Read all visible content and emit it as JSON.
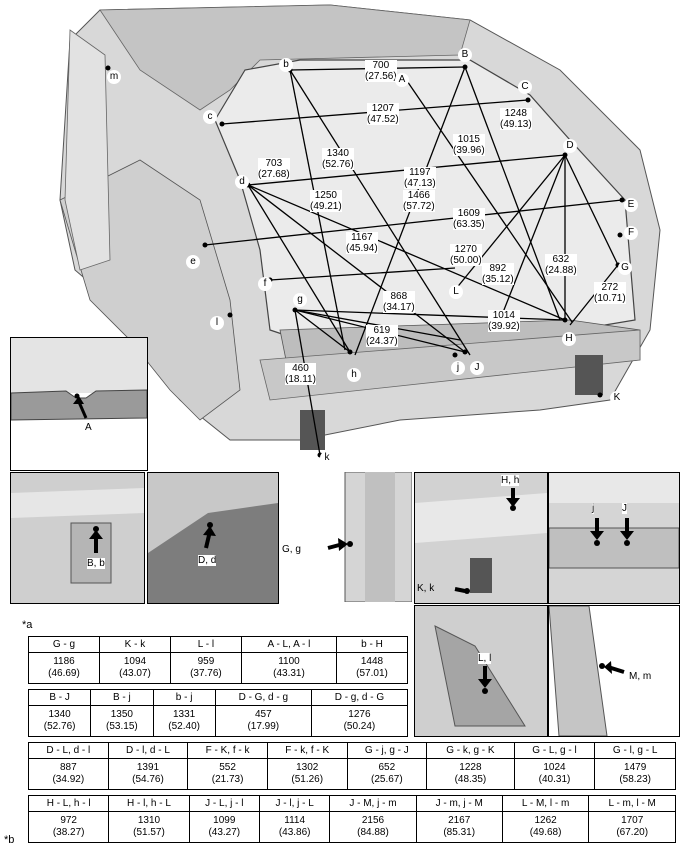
{
  "main_labels": {
    "dims": [
      {
        "v": "700",
        "p": "(27.56)"
      },
      {
        "v": "1207",
        "p": "(47.52)"
      },
      {
        "v": "1248",
        "p": "(49.13)"
      },
      {
        "v": "1015",
        "p": "(39.96)"
      },
      {
        "v": "703",
        "p": "(27.68)"
      },
      {
        "v": "1340",
        "p": "(52.76)"
      },
      {
        "v": "1197",
        "p": "(47.13)"
      },
      {
        "v": "1250",
        "p": "(49.21)"
      },
      {
        "v": "1466",
        "p": "(57.72)"
      },
      {
        "v": "1609",
        "p": "(63.35)"
      },
      {
        "v": "1167",
        "p": "(45.94)"
      },
      {
        "v": "1270",
        "p": "(50.00)"
      },
      {
        "v": "632",
        "p": "(24.88)"
      },
      {
        "v": "892",
        "p": "(35.12)"
      },
      {
        "v": "272",
        "p": "(10.71)"
      },
      {
        "v": "868",
        "p": "(34.17)"
      },
      {
        "v": "1014",
        "p": "(39.92)"
      },
      {
        "v": "619",
        "p": "(24.37)"
      },
      {
        "v": "460",
        "p": "(18.11)"
      }
    ],
    "points": [
      "b",
      "B",
      "A",
      "C",
      "c",
      "D",
      "d",
      "E",
      "F",
      "e",
      "G",
      "f",
      "L",
      "g",
      "H",
      "J",
      "j",
      "h",
      "l",
      "K",
      "k",
      "m"
    ]
  },
  "insets": {
    "a": "A",
    "bb": "B, b",
    "dd": "D, d",
    "gg": "G, g",
    "hh": "H, h",
    "kk": "K, k",
    "jj_left": "j",
    "jj_right": "J",
    "ll": "L, l",
    "mm": "M, m"
  },
  "notes": {
    "a": "*a",
    "b": "*b"
  },
  "tables": [
    {
      "headers": [
        "G - g",
        "K - k",
        "L - l",
        "A - L, A - l",
        "b - H"
      ],
      "values": [
        [
          "1186",
          "(46.69)"
        ],
        [
          "1094",
          "(43.07)"
        ],
        [
          "959",
          "(37.76)"
        ],
        [
          "1100",
          "(43.31)"
        ],
        [
          "1448",
          "(57.01)"
        ]
      ]
    },
    {
      "headers": [
        "B - J",
        "B - j",
        "b - j",
        "D - G, d - g",
        "D - g, d - G"
      ],
      "values": [
        [
          "1340",
          "(52.76)"
        ],
        [
          "1350",
          "(53.15)"
        ],
        [
          "1331",
          "(52.40)"
        ],
        [
          "457",
          "(17.99)"
        ],
        [
          "1276",
          "(50.24)"
        ]
      ]
    },
    {
      "headers": [
        "D - L, d - l",
        "D - l, d - L",
        "F - K, f - k",
        "F - k, f - K",
        "G - j, g - J",
        "G - k, g - K",
        "G - L, g - l",
        "G - l, g - L"
      ],
      "values": [
        [
          "887",
          "(34.92)"
        ],
        [
          "1391",
          "(54.76)"
        ],
        [
          "552",
          "(21.73)"
        ],
        [
          "1302",
          "(51.26)"
        ],
        [
          "652",
          "(25.67)"
        ],
        [
          "1228",
          "(48.35)"
        ],
        [
          "1024",
          "(40.31)"
        ],
        [
          "1479",
          "(58.23)"
        ]
      ]
    },
    {
      "headers": [
        "H - L, h - l",
        "H - l, h - L",
        "J - L, j - l",
        "J - l, j - L",
        "J - M, j - m",
        "J - m, j - M",
        "L - M, l - m",
        "L - m, l - M"
      ],
      "values": [
        [
          "972",
          "(38.27)"
        ],
        [
          "1310",
          "(51.57)"
        ],
        [
          "1099",
          "(43.27)"
        ],
        [
          "1114",
          "(43.86)"
        ],
        [
          "2156",
          "(84.88)"
        ],
        [
          "2167",
          "(85.31)"
        ],
        [
          "1262",
          "(49.68)"
        ],
        [
          "1707",
          "(67.20)"
        ]
      ]
    }
  ]
}
